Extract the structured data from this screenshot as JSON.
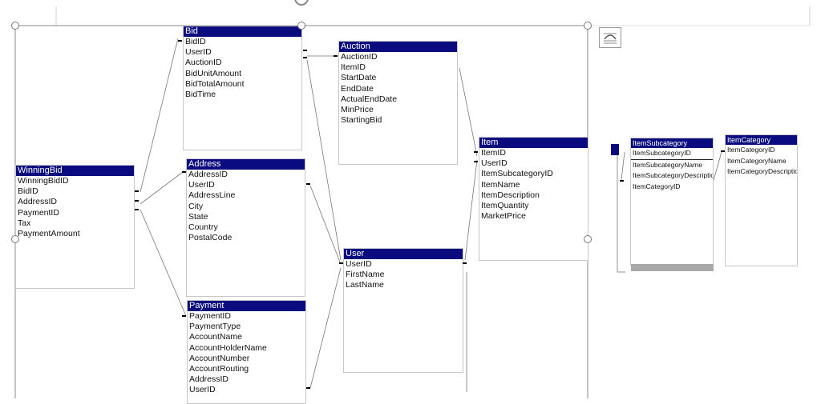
{
  "diagram": {
    "tables": [
      {
        "id": "bid",
        "title": "Bid",
        "fields": [
          "BidID",
          "UserID",
          "AuctionID",
          "BidUnitAmount",
          "BidTotalAmount",
          "BidTime"
        ]
      },
      {
        "id": "auction",
        "title": "Auction",
        "fields": [
          "AuctionID",
          "ItemID",
          "StartDate",
          "EndDate",
          "ActualEndDate",
          "MinPrice",
          "StartingBid"
        ]
      },
      {
        "id": "item",
        "title": "Item",
        "fields": [
          "ItemID",
          "UserID",
          "ItemSubcategoryID",
          "ItemName",
          "ItemDescription",
          "ItemQuantity",
          "MarketPrice"
        ]
      },
      {
        "id": "winningbid",
        "title": "WinningBid",
        "fields": [
          "WinningBidID",
          "BidID",
          "AddressID",
          "PaymentID",
          "Tax",
          "PaymentAmount"
        ]
      },
      {
        "id": "address",
        "title": "Address",
        "fields": [
          "AddressID",
          "UserID",
          "AddressLine",
          "City",
          "State",
          "Country",
          "PostalCode"
        ]
      },
      {
        "id": "user",
        "title": "User",
        "fields": [
          "UserID",
          "FirstName",
          "LastName"
        ]
      },
      {
        "id": "payment",
        "title": "Payment",
        "fields": [
          "PaymentID",
          "PaymentType",
          "AccountName",
          "AccountHolderName",
          "AccountNumber",
          "AccountRouting",
          "AddressID",
          "UserID"
        ]
      },
      {
        "id": "itemsubcategory",
        "title": "ItemSubcategory",
        "fields": [
          "ItemSubcategoryID",
          "ItemSubcategoryName",
          "ItemSubcategoryDescription",
          "ItemCategoryID"
        ]
      },
      {
        "id": "itemcategory",
        "title": "ItemCategory",
        "fields": [
          "ItemCategoryID",
          "ItemCategoryName",
          "ItemCategoryDescription"
        ]
      }
    ]
  },
  "icons": {
    "layout_options": "layout-options-icon",
    "rotate_handle": "rotate-handle-icon"
  },
  "colors": {
    "header_bg": "#0b0b80",
    "header_text": "#ffffff"
  }
}
